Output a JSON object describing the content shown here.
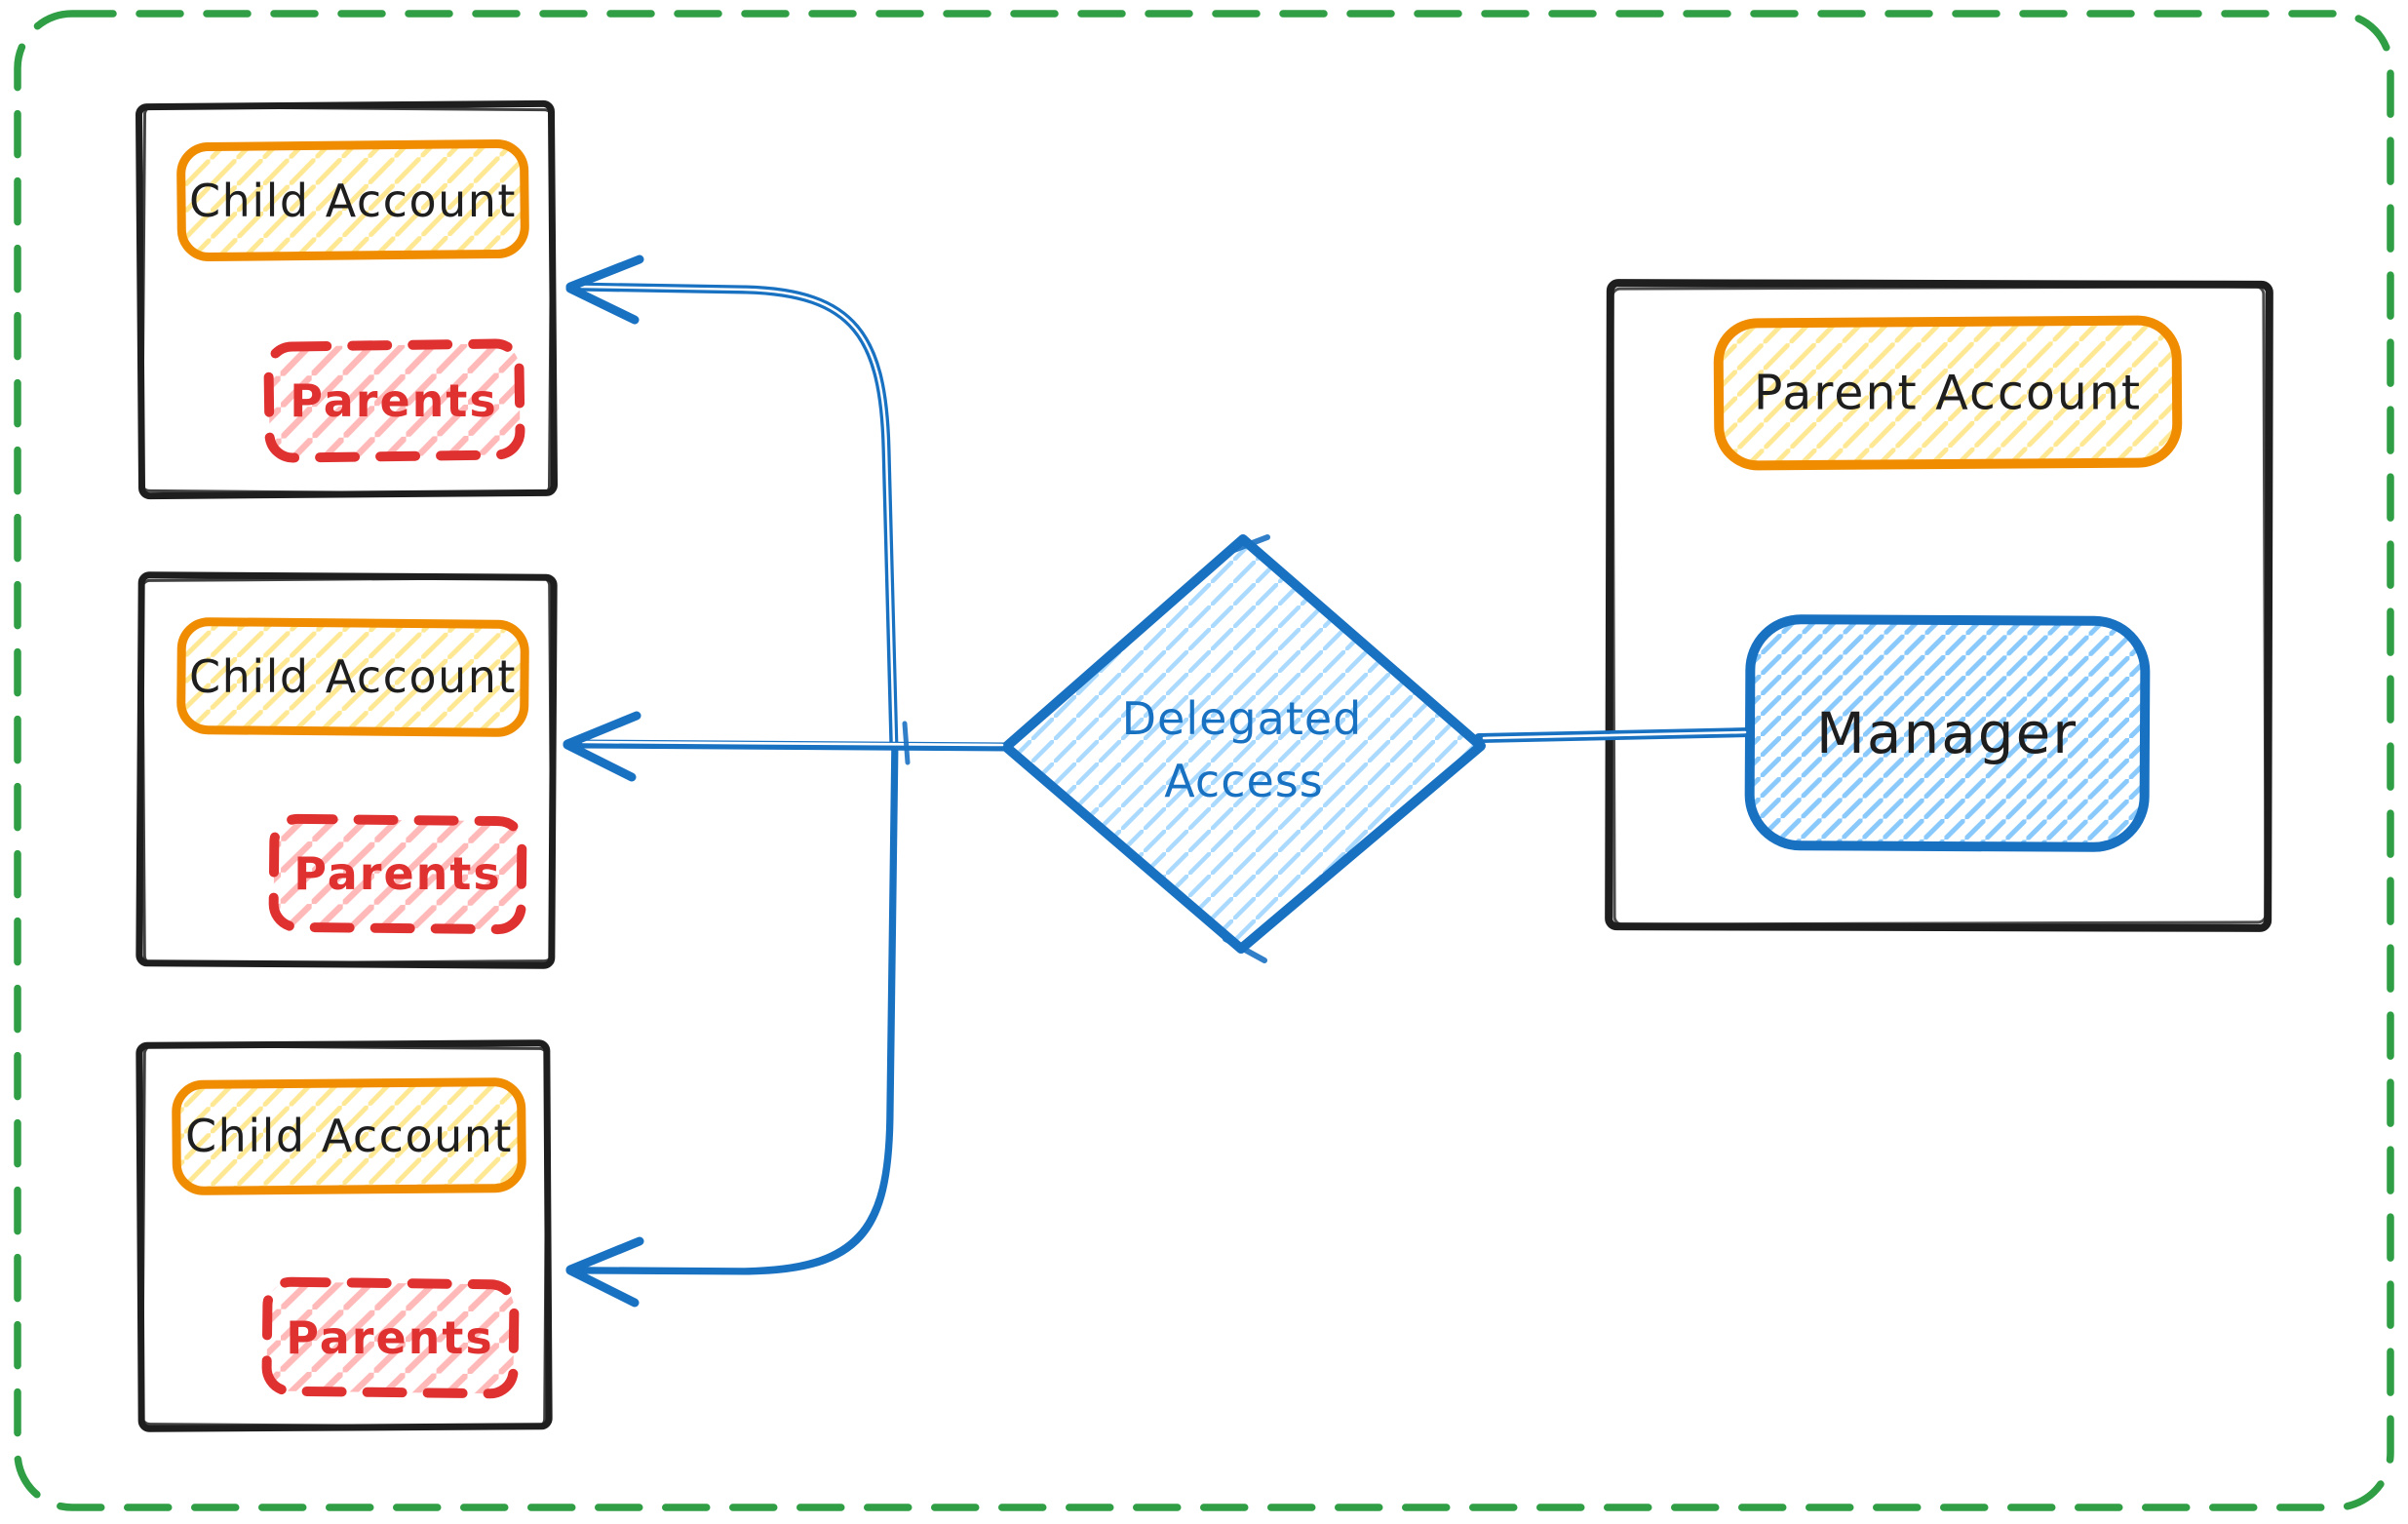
{
  "diagram": {
    "title": "Delegated access from a parent account manager to child accounts",
    "style": "hand-drawn sketch (whiteboard) flow diagram",
    "frame": {
      "shape": "rounded rectangle",
      "stroke_style": "dashed"
    }
  },
  "colors": {
    "frame_green": "#2f9e44",
    "ink_black": "#1e1e1e",
    "orange": "#f08c00",
    "orange_hatch": "#ffd43b",
    "red": "#e03131",
    "red_hatch": "#ffa8a8",
    "blue": "#1971c2",
    "blue_hatch_strong": "#74c0fc",
    "blue_hatch_light": "#a5d8ff",
    "background": "#ffffff"
  },
  "nodes": {
    "child_accounts": [
      {
        "label": "Child Account",
        "sublabel": "Parents"
      },
      {
        "label": "Child Account",
        "sublabel": "Parents"
      },
      {
        "label": "Child Account",
        "sublabel": "Parents"
      }
    ],
    "parent_account": {
      "label": "Parent Account",
      "manager_label": "Manager"
    },
    "decision": {
      "label_line1": "Delegated",
      "label_line2": "Access"
    }
  },
  "edges": [
    {
      "from": "Manager",
      "to": "Delegated Access",
      "arrowhead": false
    },
    {
      "from": "Delegated Access",
      "to": "Child Account 1",
      "arrowhead": true
    },
    {
      "from": "Delegated Access",
      "to": "Child Account 2",
      "arrowhead": true
    },
    {
      "from": "Delegated Access",
      "to": "Child Account 3",
      "arrowhead": true
    }
  ]
}
